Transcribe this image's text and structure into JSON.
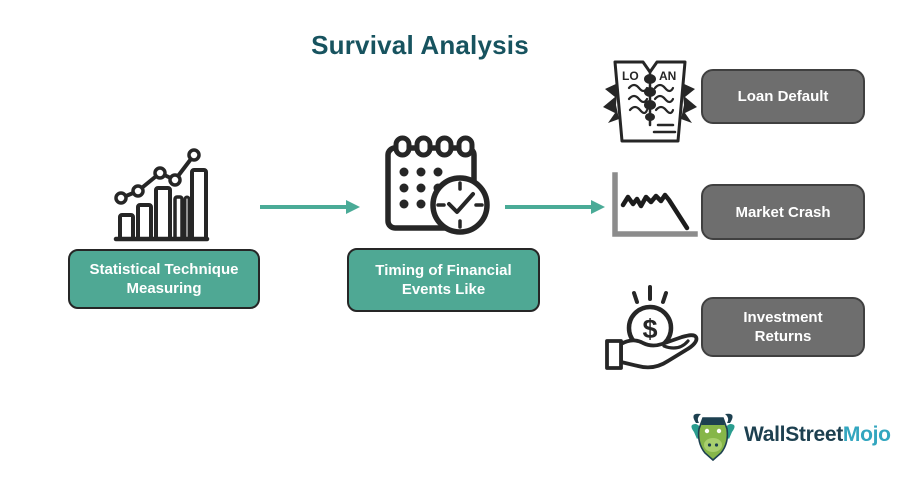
{
  "title": "Survival Analysis",
  "colors": {
    "title_color": "#17535f",
    "teal_box_fill": "#4FA894",
    "teal_box_border": "#262626",
    "gray_box_fill": "#6E6E6E",
    "gray_box_border": "#404040",
    "arrow_color": "#4AAB97",
    "icon_stroke": "#262626",
    "box_text": "#FFFFFF",
    "logo_primary": "#1D4050",
    "logo_secondary": "#33A6BF"
  },
  "flow": {
    "step1": {
      "icon": "bar-chart-trend-icon",
      "label": "Statistical Technique Measuring"
    },
    "step2": {
      "icon": "calendar-clock-icon",
      "label": "Timing of Financial Events Like"
    },
    "outcomes": [
      {
        "icon": "torn-loan-document-icon",
        "label": "Loan Default",
        "document_text": "LO AN"
      },
      {
        "icon": "declining-chart-icon",
        "label": "Market Crash"
      },
      {
        "icon": "hand-coin-icon",
        "label": "Investment Returns",
        "coin_symbol": "$"
      }
    ]
  },
  "branding": {
    "logo_icon": "bull-mascot-icon",
    "logo_text_primary": "WallStreet",
    "logo_text_secondary": "Mojo"
  }
}
